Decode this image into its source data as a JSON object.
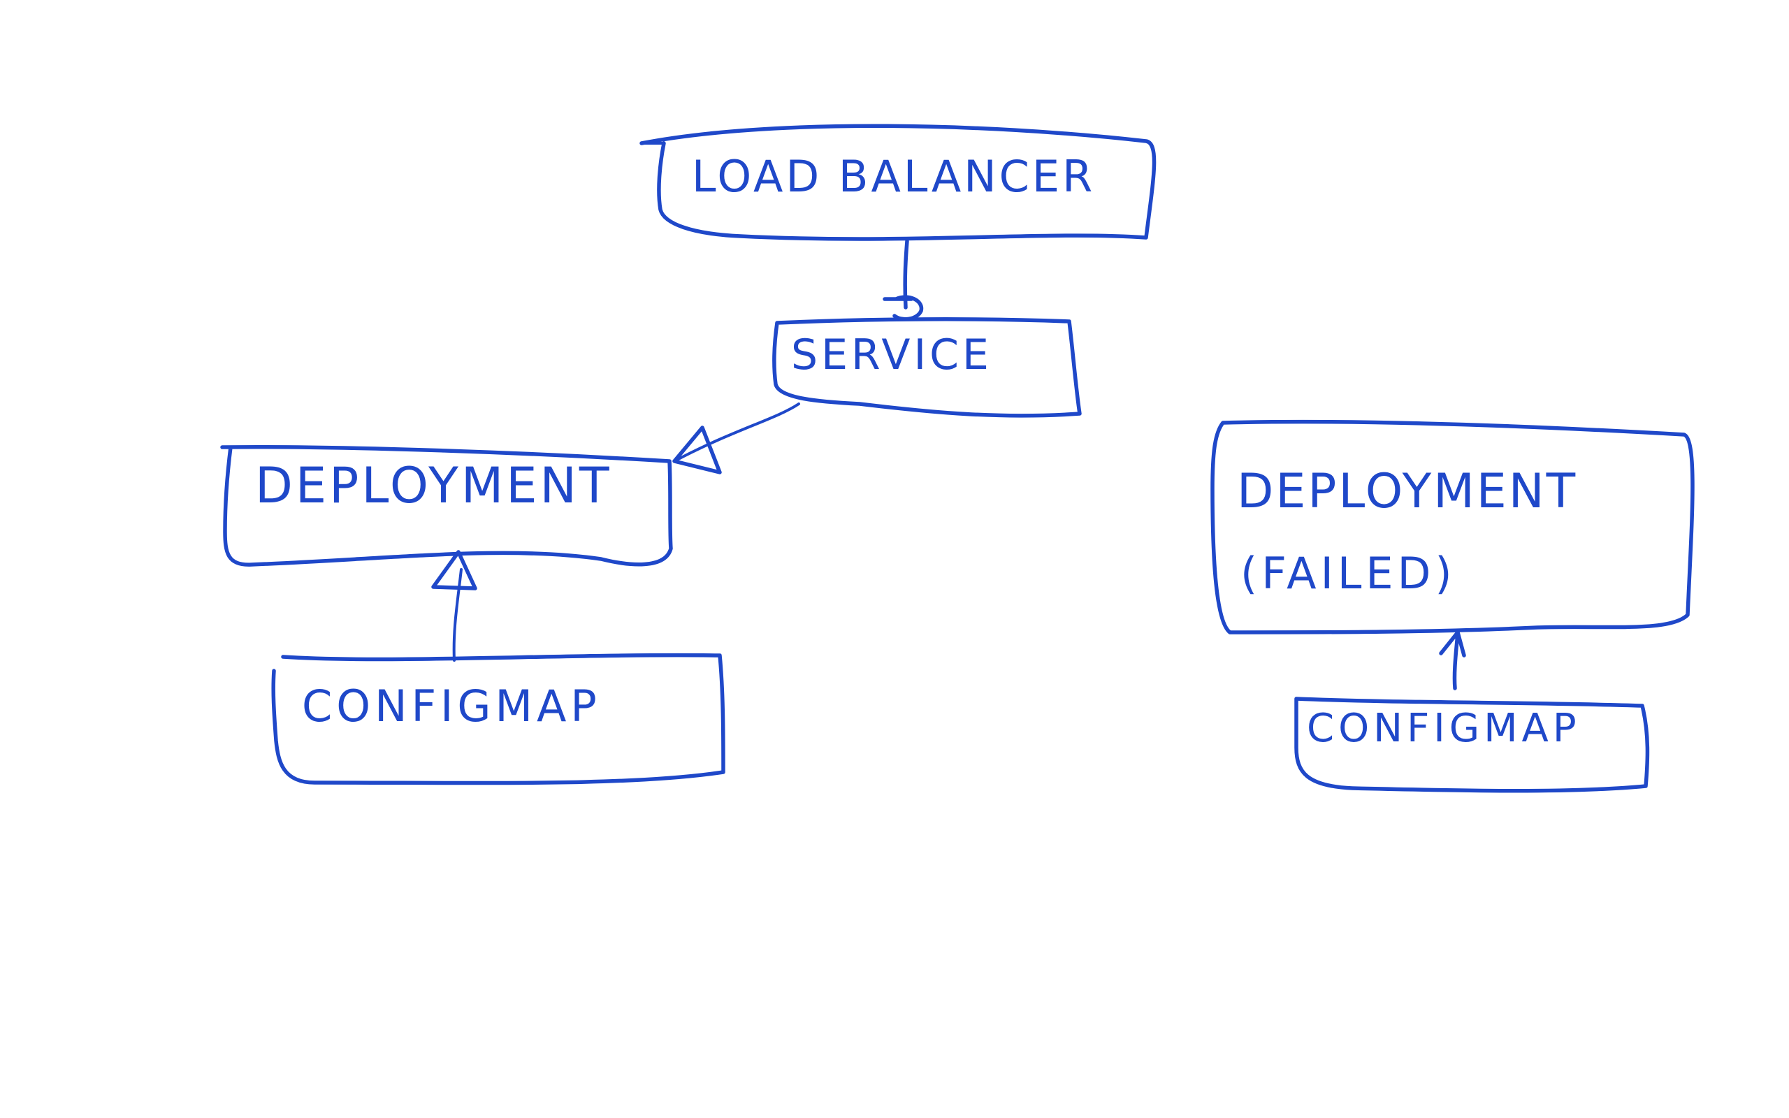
{
  "ink_color": "#1f48c9",
  "background_color": "#ffffff",
  "nodes": {
    "load_balancer": "LOAD BALANCER",
    "service": "SERVICE",
    "deployment": "DEPLOYMENT",
    "configmap": "CONFIGMAP",
    "deployment_failed_title": "DEPLOYMENT",
    "deployment_failed_status": "(FAILED)",
    "configmap_failed_side": "CONFIGMAP"
  },
  "edges": [
    {
      "from": "load_balancer",
      "to": "service",
      "head": "circle-bar"
    },
    {
      "from": "service",
      "to": "deployment",
      "head": "hollow-triangle"
    },
    {
      "from": "configmap",
      "to": "deployment",
      "head": "hollow-triangle"
    },
    {
      "from": "configmap_failed_side",
      "to": "deployment_failed_title",
      "head": "arrow"
    }
  ]
}
